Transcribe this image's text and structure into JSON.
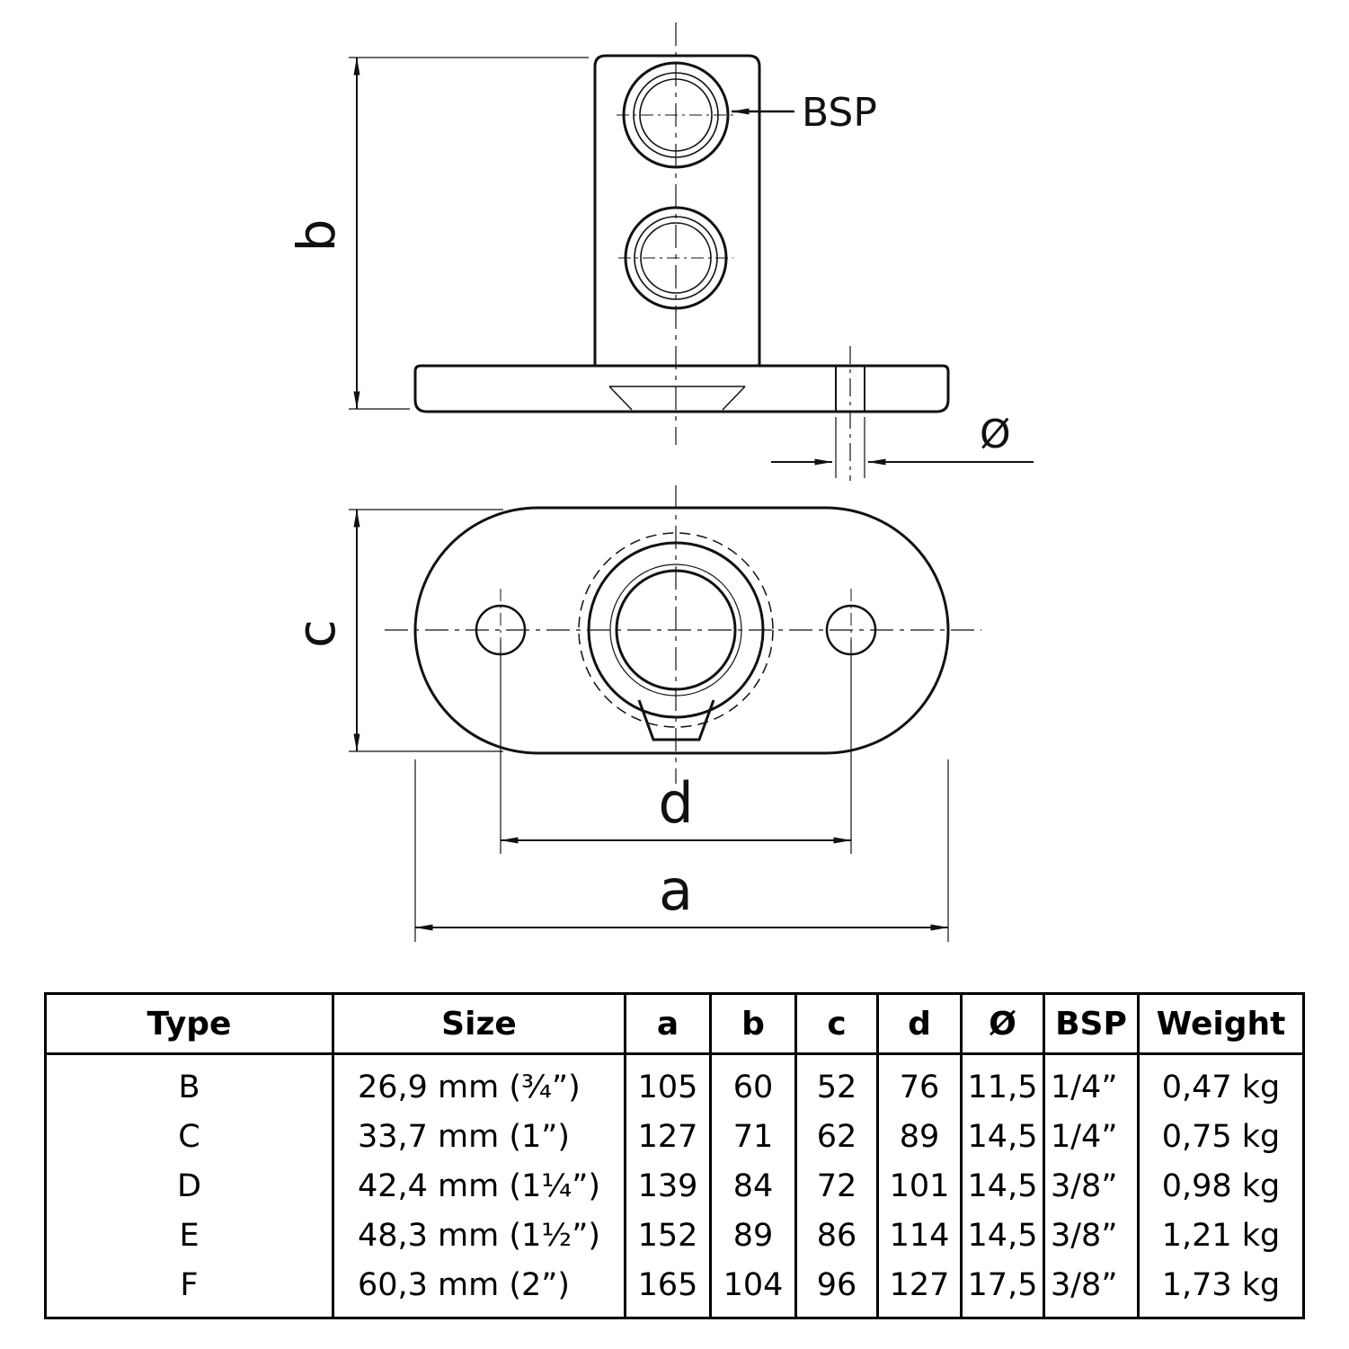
{
  "drawing": {
    "labels": {
      "b": "b",
      "c": "c",
      "d": "d",
      "a": "a",
      "diameter": "Ø",
      "bsp": "BSP"
    }
  },
  "table": {
    "headers": [
      "Type",
      "Size",
      "a",
      "b",
      "c",
      "d",
      "Ø",
      "BSP",
      "Weight"
    ],
    "rows": [
      [
        "B",
        "26,9 mm (¾”)",
        "105",
        "60",
        "52",
        "76",
        "11,5",
        "1/4”",
        "0,47 kg"
      ],
      [
        "C",
        "33,7 mm (1”)",
        "127",
        "71",
        "62",
        "89",
        "14,5",
        "1/4”",
        "0,75 kg"
      ],
      [
        "D",
        "42,4 mm (1¼”)",
        "139",
        "84",
        "72",
        "101",
        "14,5",
        "3/8”",
        "0,98 kg"
      ],
      [
        "E",
        "48,3 mm (1½”)",
        "152",
        "89",
        "86",
        "114",
        "14,5",
        "3/8”",
        "1,21 kg"
      ],
      [
        "F",
        "60,3 mm (2”)",
        "165",
        "104",
        "96",
        "127",
        "17,5",
        "3/8”",
        "1,73 kg"
      ]
    ]
  }
}
